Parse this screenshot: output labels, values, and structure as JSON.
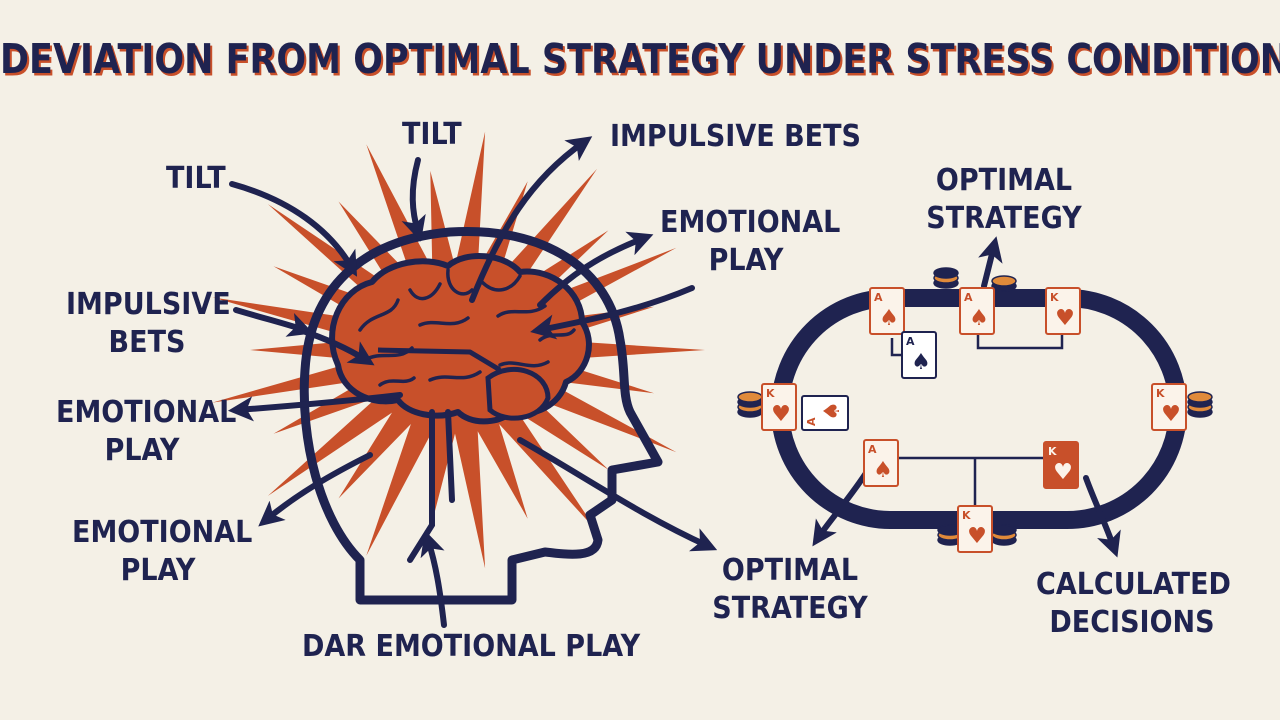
{
  "title": "DEVIATION FROM OPTIMAL STRATEGY UNDER STRESS CONDITIONS",
  "colors": {
    "navy": "#1f2350",
    "orange": "#c8502a",
    "background": "#f4f0e6",
    "chip_orange": "#e08a3a",
    "card": "#fbf3ea"
  },
  "head_labels": {
    "tilt_top": "TILT",
    "tilt_left": "TILT",
    "impulsive_bets_top": "IMPULSIVE BETS",
    "emotional_play_right": [
      "EMOTIONAL",
      "PLAY"
    ],
    "impulsive_bets_left": [
      "IMPULSIVE",
      "BETS"
    ],
    "emotional_play_left": [
      "EMOTIONAL",
      "PLAY"
    ],
    "emotional_play_lower": [
      "EMOTIONAL",
      "PLAY"
    ],
    "dar_emotional_play": "DAR EMOTIONAL PLAY"
  },
  "table_labels": {
    "optimal_strategy_top": [
      "OPTIMAL",
      "STRATEGY"
    ],
    "optimal_strategy_bottom": [
      "OPTIMAL",
      "STRATEGY"
    ],
    "calculated_decisions": [
      "CALCULATED",
      "DECISIONS"
    ]
  },
  "cards": [
    {
      "rank": "A",
      "suit": "♠",
      "style": "light",
      "suit_color": "orange"
    },
    {
      "rank": "A",
      "suit": "♠",
      "style": "white",
      "suit_color": "navy"
    },
    {
      "rank": "A",
      "suit": "♠",
      "style": "light",
      "suit_color": "orange"
    },
    {
      "rank": "K",
      "suit": "♥",
      "style": "light",
      "suit_color": "orange"
    },
    {
      "rank": "K",
      "suit": "♥",
      "style": "light",
      "suit_color": "orange"
    },
    {
      "rank": "A",
      "suit": "♠",
      "style": "white",
      "suit_color": "orange"
    },
    {
      "rank": "K",
      "suit": "♥",
      "style": "light",
      "suit_color": "orange"
    },
    {
      "rank": "A",
      "suit": "♠",
      "style": "light",
      "suit_color": "orange"
    },
    {
      "rank": "K",
      "suit": "♥",
      "style": "filled",
      "suit_color": "cream"
    },
    {
      "rank": "K",
      "suit": "♥",
      "style": "light",
      "suit_color": "orange"
    }
  ]
}
